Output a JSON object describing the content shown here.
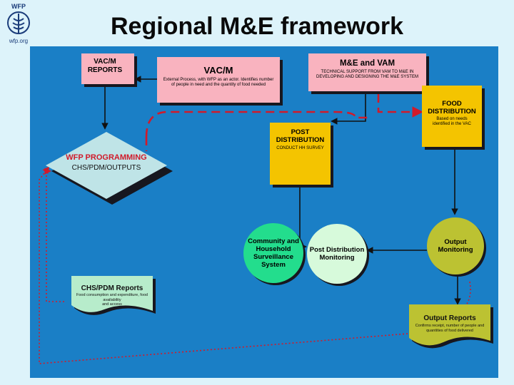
{
  "title": "Regional M&E framework",
  "logo": {
    "top_text": "WFP",
    "bottom_text": "wfp.org"
  },
  "diagram": {
    "vacm_reports": {
      "label": "VAC/M REPORTS"
    },
    "vacm": {
      "title": "VAC/M",
      "desc": "External Process, with WFP as an actor. Identifies number of people in need and the quantity of food needed"
    },
    "me_vam": {
      "title": "M&E and VAM",
      "desc": "TECHNICAL SUPPORT FROM VAM TO M&E IN DEVELOPING AND DESIGNING THE M&E SYSTEM"
    },
    "food_distribution": {
      "title": "FOOD DISTRIBUTION",
      "desc": "Based on needs identified in the VAC"
    },
    "post_distribution": {
      "title": "POST DISTRIBUTION",
      "desc": "CONDUCT HH SURVEY"
    },
    "wfp_programming": {
      "title": "WFP PROGRAMMING",
      "sub": "CHS/PDM/OUTPUTS"
    },
    "community_surveillance": {
      "label": "Community and Household Surveillance System"
    },
    "pdm": {
      "label": "Post Distribution Monitoring"
    },
    "output_monitoring": {
      "label": "Output Monitoring"
    },
    "chs_pdm_reports": {
      "title": "CHS/PDM Reports",
      "desc": "Food consumption and expenditure, food availability",
      "desc2": "and access"
    },
    "output_reports": {
      "title": "Output Reports",
      "desc": "Confirms receipt, number of people and quantities of food delivered"
    }
  }
}
